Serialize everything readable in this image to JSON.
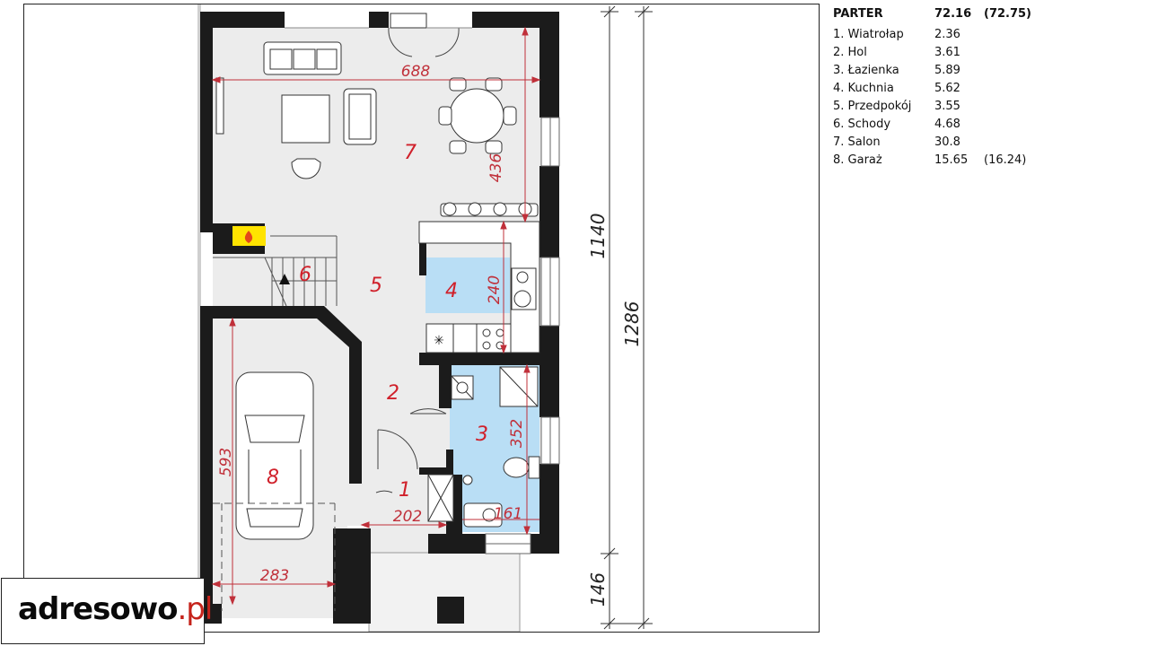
{
  "floor": {
    "name": "PARTER",
    "total_area": "72.16",
    "total_area_alt": "(72.75)"
  },
  "rooms": [
    {
      "label": "1. Wiatrołap",
      "area": "2.36",
      "alt": ""
    },
    {
      "label": "2. Hol",
      "area": "3.61",
      "alt": ""
    },
    {
      "label": "3. Łazienka",
      "area": "5.89",
      "alt": ""
    },
    {
      "label": "4. Kuchnia",
      "area": "5.62",
      "alt": ""
    },
    {
      "label": "5. Przedpokój",
      "area": "3.55",
      "alt": ""
    },
    {
      "label": "6. Schody",
      "area": "4.68",
      "alt": ""
    },
    {
      "label": "7. Salon",
      "area": "30.8",
      "alt": ""
    },
    {
      "label": "8. Garaż",
      "area": "15.65",
      "alt": "(16.24)"
    }
  ],
  "room_numbers": {
    "r1": "1",
    "r2": "2",
    "r3": "3",
    "r4": "4",
    "r5": "5",
    "r6": "6",
    "r7": "7",
    "r8": "8"
  },
  "dimensions": {
    "salon_width": "688",
    "salon_depth": "436",
    "kitchen_depth": "240",
    "bath_depth": "352",
    "bath_width": "161",
    "vestibule_width": "202",
    "garage_depth": "593",
    "garage_width": "283",
    "house_depth": "1140",
    "total_depth": "1286",
    "porch_depth": "146"
  },
  "logo": {
    "name": "adresowo",
    "tld": ".pl"
  },
  "colors": {
    "wall": "#1b1b1b",
    "floor": "#ececec",
    "wet_room": "#b9def5",
    "label_red": "#d0202a",
    "dim_line": "#c0303a"
  }
}
